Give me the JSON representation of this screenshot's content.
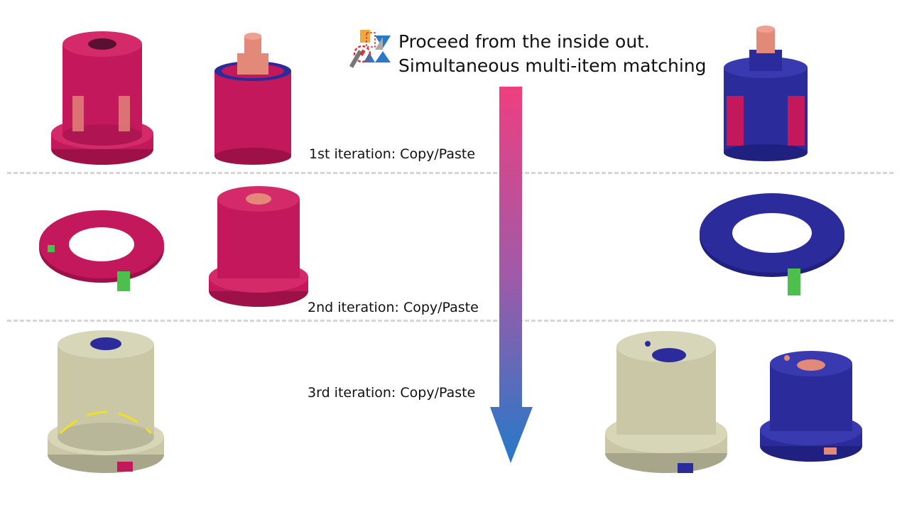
{
  "header": {
    "line1": "Proceed from the inside out.",
    "line2": "Simultaneous multi-item matching",
    "icon": "mesh-matching-icon"
  },
  "iterations": [
    {
      "label": "1st iteration: Copy/Paste"
    },
    {
      "label": "2nd iteration: Copy/Paste"
    },
    {
      "label": "3rd iteration: Copy/Paste"
    }
  ],
  "colors": {
    "source_mesh": "#c3185c",
    "target_mesh": "#2b2b9c",
    "base_mesh": "#c9c7a6",
    "inner_part": "#e3897a",
    "arrow_top": "#ee3f80",
    "arrow_bottom": "#2479c9"
  }
}
